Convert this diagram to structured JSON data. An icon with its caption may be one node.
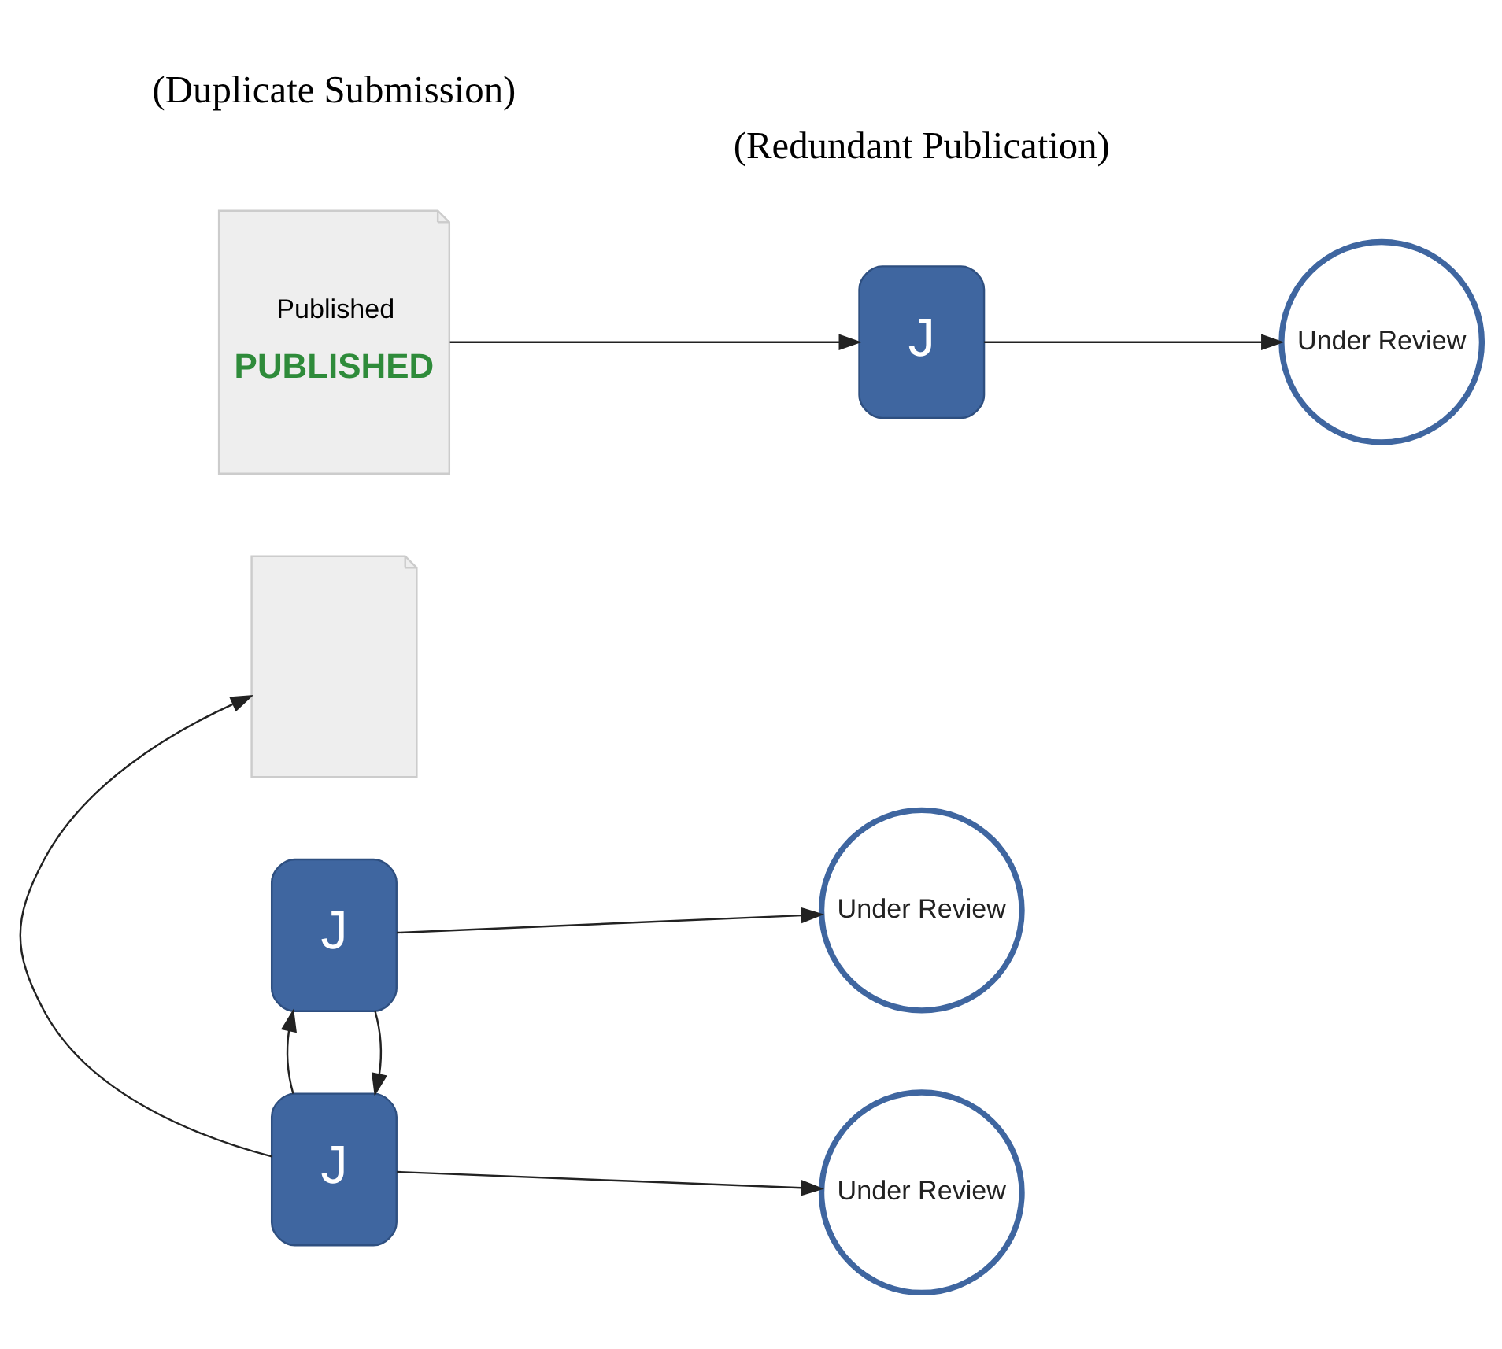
{
  "diagram": {
    "nodes": [
      {
        "text": [],
        "shape": "picture"
      },
      {
        "text": [
          "J"
        ]
      },
      {
        "text": [
          "Under Review"
        ]
      },
      {
        "text": [
          "J"
        ]
      },
      {
        "text": [
          "Under Review"
        ]
      },
      {
        "text": [
          "Published",
          "PUBLISHED"
        ]
      },
      {
        "text": [
          "J"
        ]
      },
      {
        "text": [
          "Under Review"
        ]
      }
    ],
    "edges": [
      {
        "from": 1,
        "to": 2,
        "arrow": "to"
      },
      {
        "from": 1,
        "to": 3,
        "arrow": "to"
      },
      {
        "from": 3,
        "to": 1,
        "arrow": "to"
      },
      {
        "from": 3,
        "to": 0,
        "arrow": "to"
      },
      {
        "from": 3,
        "to": 4,
        "arrow": "to"
      },
      {
        "from": 5,
        "to": 6,
        "arrow": "to"
      },
      {
        "from": 6,
        "to": 7,
        "arrow": "to"
      }
    ],
    "labels": [
      "(Duplicate Submission)",
      "(Redundant Publication)"
    ]
  }
}
